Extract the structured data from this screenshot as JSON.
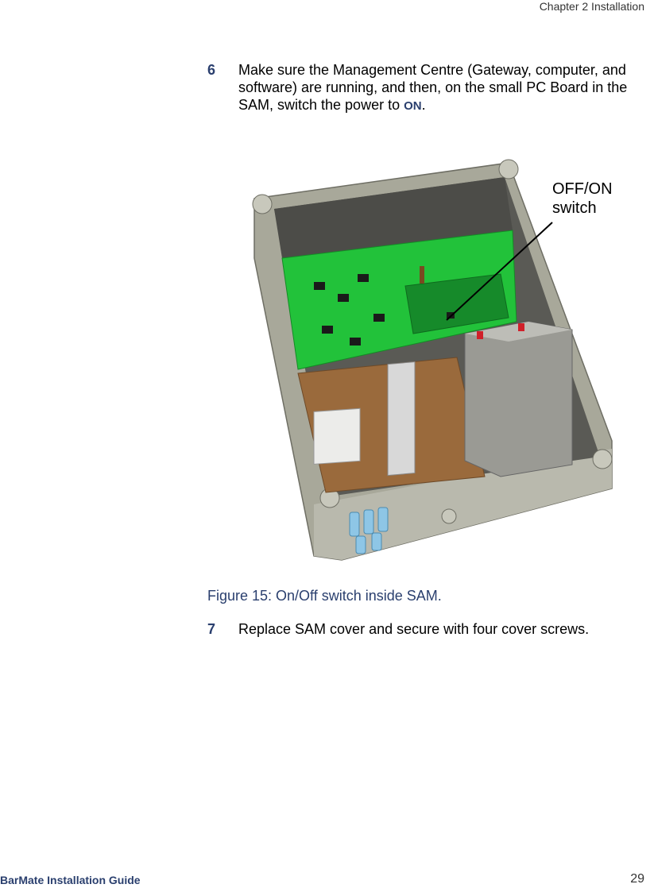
{
  "header": {
    "chapter": "Chapter 2 Installation"
  },
  "steps": [
    {
      "number": "6",
      "text_before": "Make sure the Management Centre (Gateway, computer, and software) are running, and then, on the small PC Board in the SAM, switch the power to ",
      "keyword": "ON",
      "text_after": "."
    },
    {
      "number": "7",
      "text": "Replace SAM cover and secure with four cover screws."
    }
  ],
  "figure": {
    "callout_line1": "OFF/ON",
    "callout_line2": "switch",
    "caption": "Figure 15: On/Off switch inside SAM."
  },
  "footer": {
    "title": "BarMate Installation Guide",
    "page_number": "29"
  },
  "colors": {
    "heading_blue": "#2a3f6e",
    "pcb_green": "#22c23a",
    "enclosure_gray": "#a8a89a",
    "mounting_plate_brown": "#9a6a3c",
    "connector_blue": "#8ec6e6"
  }
}
